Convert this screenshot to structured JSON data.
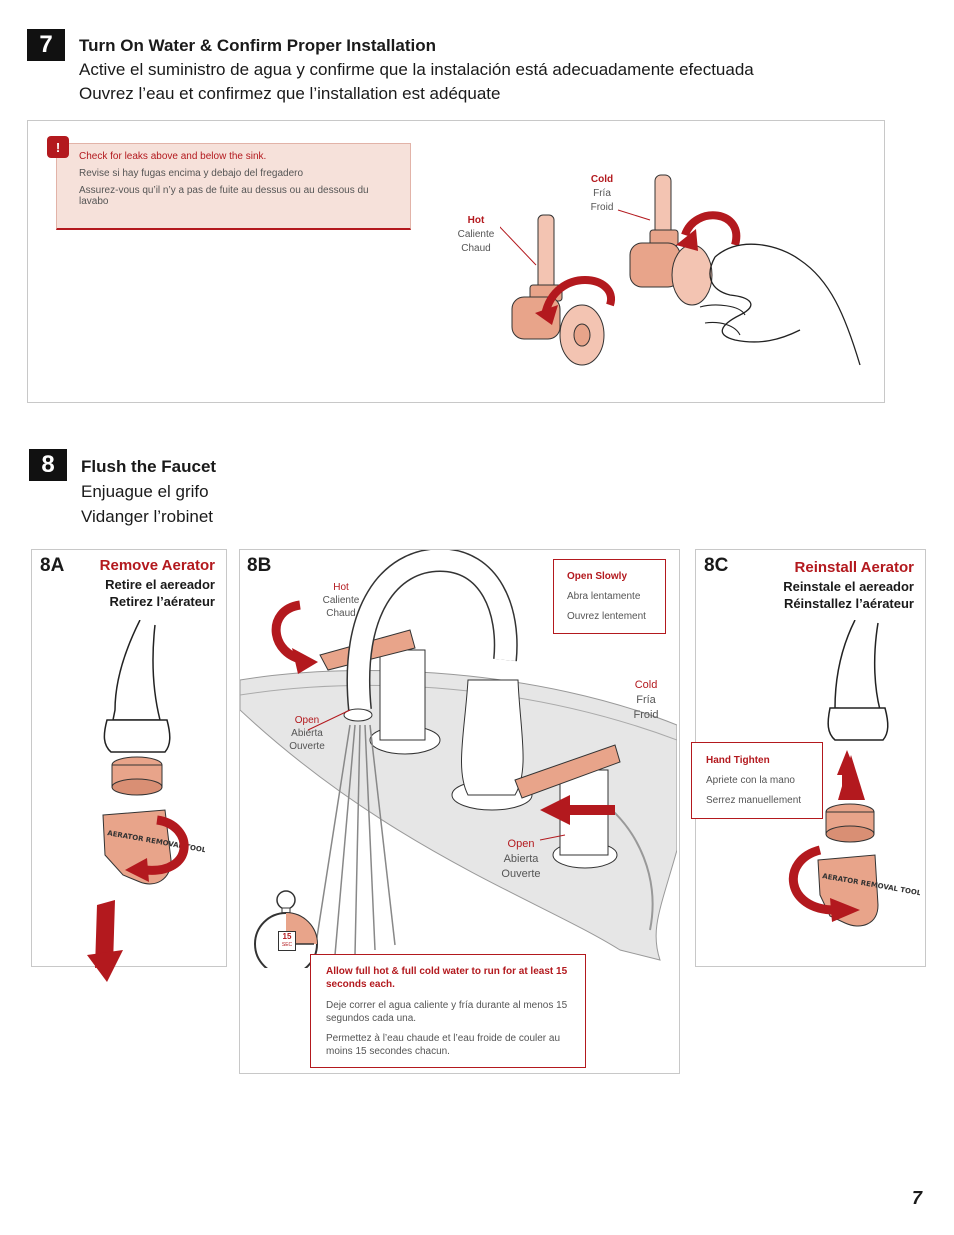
{
  "step7": {
    "number": "7",
    "title_en": "Turn On Water & Confirm Proper Installation",
    "title_es": "Active el suministro de agua y confirme que la instalación está adecuadamente efectuada",
    "title_fr": "Ouvrez l’eau et confirmez que l’installation est adéquate",
    "warning": {
      "icon": "!",
      "en": "Check for leaks above and below the sink.",
      "es": "Revise si hay fugas encima y debajo del fregadero",
      "fr": "Assurez-vous qu’il n’y a pas de fuite au dessus ou au dessous du lavabo"
    },
    "hot": {
      "en": "Hot",
      "es": "Caliente",
      "fr": "Chaud"
    },
    "cold": {
      "en": "Cold",
      "es": "Fría",
      "fr": "Froid"
    }
  },
  "step8": {
    "number": "8",
    "title_en": "Flush the Faucet",
    "title_es": "Enjuague el grifo",
    "title_fr": "Vidanger l’robinet",
    "panelA": {
      "id": "8A",
      "title_en": "Remove Aerator",
      "title_es": "Retire el aereador",
      "title_fr": "Retirez l’aérateur",
      "tool_text": "AERATOR REMOVAL TOOL"
    },
    "panelB": {
      "id": "8B",
      "hot": {
        "en": "Hot",
        "es": "Caliente",
        "fr": "Chaud"
      },
      "cold": {
        "en": "Cold",
        "es": "Fría",
        "fr": "Froid"
      },
      "open_left": {
        "en": "Open",
        "es": "Abierta",
        "fr": "Ouverte"
      },
      "open_right": {
        "en": "Open",
        "es": "Abierta",
        "fr": "Ouverte"
      },
      "open_slowly": {
        "en": "Open Slowly",
        "es": "Abra lentamente",
        "fr": "Ouvrez lentement"
      },
      "timer": {
        "value": "15",
        "unit": "SEC"
      },
      "run_note": {
        "en": "Allow full hot & full cold water to run for at least 15 seconds each.",
        "es": "Deje correr el agua caliente y fría durante al menos 15 segundos cada una.",
        "fr": "Permettez à l’eau chaude et l’eau froide de couler au moins 15 secondes chacun."
      }
    },
    "panelC": {
      "id": "8C",
      "title_en": "Reinstall Aerator",
      "title_es": "Reinstale el aereador",
      "title_fr": "Réinstallez l’aérateur",
      "hand_tighten": {
        "en": "Hand Tighten",
        "es": "Apriete con la mano",
        "fr": "Serrez manuellement"
      },
      "tool_text": "AERATOR REMOVAL TOOL"
    }
  },
  "page_number": "7",
  "colors": {
    "accent": "#b3191e",
    "copper": "#e8a48a",
    "callout_bg": "#f6e1da"
  }
}
